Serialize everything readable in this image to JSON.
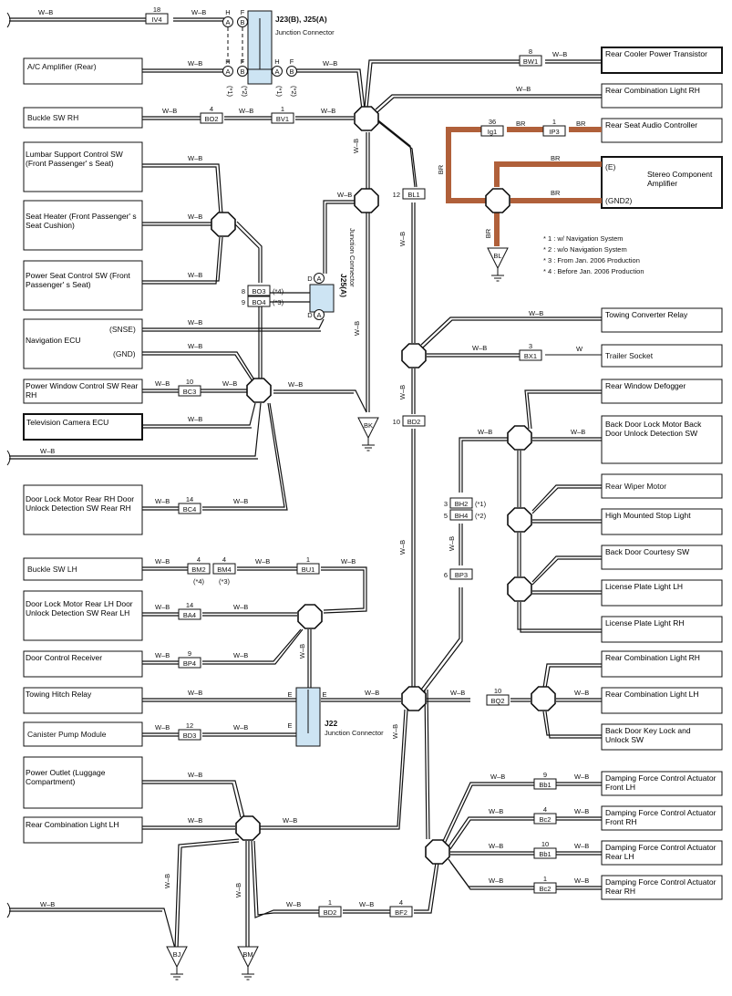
{
  "components": {
    "ac_amp": "A/C Amplifier (Rear)",
    "buckle_rh": "Buckle SW RH",
    "lumbar": "Lumbar Support Control SW (Front Passenger' s Seat)",
    "seat_heater": "Seat Heater (Front Passenger' s Seat Cushion)",
    "power_seat": "Power Seat Control SW (Front Passenger' s Seat)",
    "nav_ecu": "Navigation ECU",
    "pw_rear_rh": "Power Window Control SW Rear RH",
    "tv_cam": "Television Camera ECU",
    "door_lock_rh": "Door Lock Motor Rear RH Door Unlock Detection SW Rear RH",
    "buckle_lh": "Buckle SW LH",
    "door_lock_lh": "Door Lock Motor Rear LH Door Unlock Detection SW Rear LH",
    "door_ctrl": "Door Control Receiver",
    "tow_hitch": "Towing Hitch Relay",
    "canister": "Canister Pump Module",
    "power_outlet": "Power Outlet (Luggage Compartment)",
    "rcl_lh_left": "Rear Combination Light LH",
    "rear_cooler": "Rear Cooler Power Transistor",
    "rcl_rh_top": "Rear Combination Light RH",
    "rear_audio": "Rear Seat Audio Controller",
    "stereo": "Stereo Component Amplifier",
    "tow_conv": "Towing Converter Relay",
    "trailer": "Trailer Socket",
    "defogger": "Rear Window Defogger",
    "back_door_lock": "Back Door Lock Motor Back Door Unlock Detection SW",
    "wiper": "Rear Wiper Motor",
    "hmsl": "High Mounted Stop Light",
    "courtesy": "Back Door Courtesy SW",
    "lic_lh": "License Plate Light LH",
    "lic_rh": "License Plate Light RH",
    "rcl_rh_mid": "Rear Combination Light RH",
    "rcl_lh_mid": "Rear Combination Light LH",
    "bd_key": "Back Door Key Lock and Unlock SW",
    "dfc_fl": "Damping Force Control Actuator Front LH",
    "dfc_fr": "Damping Force Control Actuator Front RH",
    "dfc_rl": "Damping Force Control Actuator Rear LH",
    "dfc_rr": "Damping Force Control Actuator Rear RH"
  },
  "connectors": {
    "iv4": "IV4",
    "iv4_pin": "18",
    "bo2": "BO2",
    "bo2_pin": "4",
    "bv1": "BV1",
    "bv1_pin": "1",
    "bw1": "BW1",
    "bw1_pin": "8",
    "ig1": "Ig1",
    "ig1_pin": "36",
    "ip3": "IP3",
    "ip3_pin": "1",
    "bl1": "BL1",
    "bl1_pin": "12",
    "bo3": "BO3",
    "bo3_pin": "8",
    "bo3_note": "(*4)",
    "bo4": "BO4",
    "bo4_pin": "9",
    "bo4_note": "(*3)",
    "bc3": "BC3",
    "bc3_pin": "10",
    "bx1": "BX1",
    "bx1_pin": "3",
    "bd2": "BD2",
    "bd2_pin": "10",
    "bc4": "BC4",
    "bc4_pin": "14",
    "bh2": "BH2",
    "bh2_pin": "3",
    "bh2_note": "(*1)",
    "bh4": "BH4",
    "bh4_pin": "5",
    "bh4_note": "(*2)",
    "bm2": "BM2",
    "bm2_pin": "4",
    "bm2_note": "(*4)",
    "bm4": "BM4",
    "bm4_pin": "4",
    "bm4_note": "(*3)",
    "bu1": "BU1",
    "bu1_pin": "1",
    "bp3": "BP3",
    "bp3_pin": "6",
    "ba4": "BA4",
    "ba4_pin": "14",
    "bp4": "BP4",
    "bp4_pin": "9",
    "bq2": "BQ2",
    "bq2_pin": "10",
    "bd3": "BD3",
    "bd3_pin": "12",
    "bb1a": "Bb1",
    "bb1a_pin": "9",
    "bc2a": "Bc2",
    "bc2a_pin": "4",
    "bb1b": "Bb1",
    "bb1b_pin": "10",
    "bc2b": "Bc2",
    "bc2b_pin": "1",
    "bd2b": "BD2",
    "bd2b_pin": "1",
    "bf2": "BF2",
    "bf2_pin": "4"
  },
  "junctions": {
    "j23": "J23(B), J25(A)",
    "j23_sub": "Junction Connector",
    "j25": "J25(A)",
    "j25_sub": "Junction Connector",
    "j22": "J22",
    "j22_sub": "Junction Connector",
    "pin_h": "H",
    "pin_f": "F",
    "pin_d": "D",
    "pin_e": "E",
    "letter_a": "A",
    "letter_b": "B",
    "note1": "(*1)",
    "note2": "(*2)"
  },
  "grounds": {
    "bk": "BK",
    "bl": "BL",
    "bj": "BJ",
    "bm": "BM"
  },
  "wires": {
    "wb": "W–B",
    "br": "BR",
    "w": "W"
  },
  "terminals": {
    "snse": "(SNSE)",
    "gnd": "(GND)",
    "e": "(E)",
    "gnd2": "(GND2)"
  },
  "notes": [
    "* 1 : w/ Navigation System",
    "* 2 : w/o Navigation System",
    "* 3 : From Jan.  2006 Production",
    "* 4 : Before Jan.  2006 Production"
  ]
}
